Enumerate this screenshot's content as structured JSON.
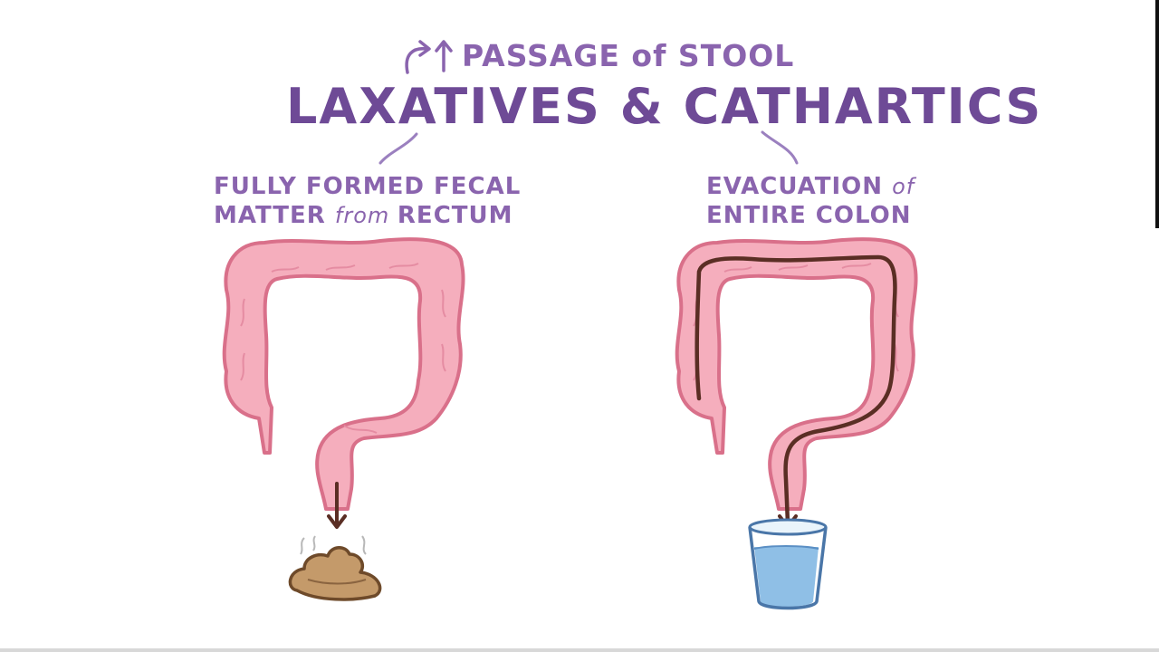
{
  "subtitle": "PASSAGE of STOOL",
  "title": "LAXATIVES & CATHARTICS",
  "left_label": {
    "line1": "FULLY FORMED FECAL",
    "line2_a": "MATTER ",
    "line2_b": "from ",
    "line2_c": "RECTUM"
  },
  "right_label": {
    "line1_a": "EVACUATION ",
    "line1_b": "of",
    "line2": "ENTIRE COLON"
  },
  "colors": {
    "text_purple": "#7f5aa3",
    "colon_fill": "#f5aebd",
    "colon_stroke": "#d9708a",
    "stool": "#c49a6a",
    "stool_path": "#5a2e24",
    "water": "#8fbfe6",
    "glass": "#4a76a8"
  },
  "icons": {
    "subtitle_arrow": "curved-arrow-icon",
    "up_arrow": "up-arrow-icon",
    "stool": "stool-icon",
    "glass": "glass-of-water-icon"
  }
}
